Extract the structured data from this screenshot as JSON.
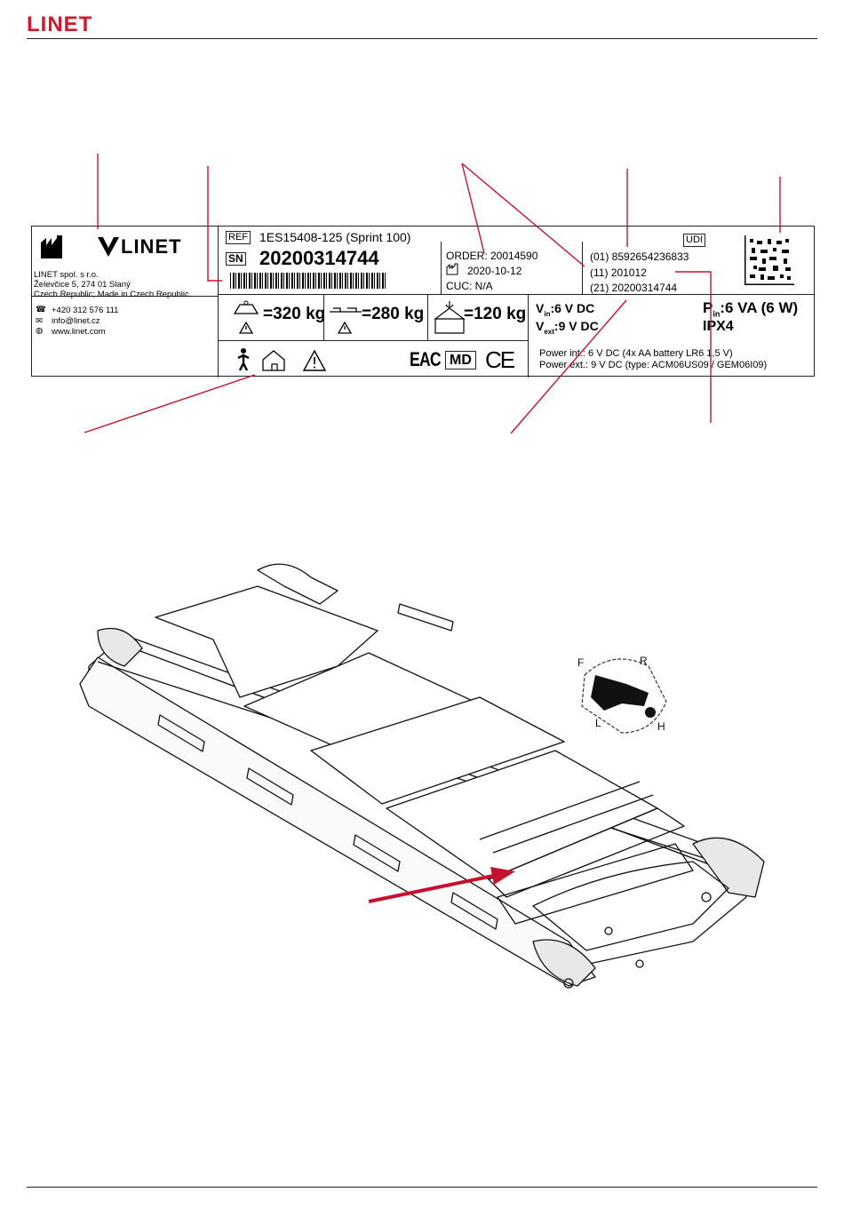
{
  "header": {
    "brand": "LINET"
  },
  "label": {
    "manufacturer": {
      "logo_text": "LINET",
      "name": "LINET spol. s r.o.",
      "address": "Želevčice 5, 274 01 Slaný",
      "country": "Czech Republic; Made in Czech Republic",
      "phone": "+420 312 576 111",
      "email": "info@linet.cz",
      "web": "www.linet.com"
    },
    "ref_label": "REF",
    "ref_value": "1ES15408-125   (Sprint 100)",
    "sn_label": "SN",
    "sn_value": "20200314744",
    "order_text": "ORDER: 20014590",
    "manufacture_date": "2020-10-12",
    "cuc_text": "CUC: N/A",
    "udi": {
      "label": "UDI",
      "line1": "(01) 8592654236833",
      "line2": "(11) 201012",
      "line3": "(21) 20200314744"
    },
    "loads": {
      "total": "=320 kg",
      "patient": "=280 kg",
      "lift": "=120 kg"
    },
    "power": {
      "vin_main": "V",
      "vin_sub": "in",
      "vin_val": ":6 V DC",
      "vext_main": "V",
      "vext_sub": "ext",
      "vext_val": ":9 V DC",
      "pin_main": "P",
      "pin_sub": "in",
      "pin_val": ":6 VA (6 W)",
      "ip": "IPX4",
      "int_text": "Power int.: 6 V DC (4x AA battery LR6 1,5 V)",
      "ext_text": "Power ext.: 9 V DC (type: ACM06US09 / GEM06I09)"
    },
    "marks": {
      "eac": "EAC",
      "md": "MD",
      "ce": "CE"
    }
  },
  "colors": {
    "brand_red": "#d3182b",
    "callout": "#c8102e"
  },
  "illustration": {
    "hand_letters": [
      "F",
      "R",
      "L",
      "H"
    ]
  }
}
